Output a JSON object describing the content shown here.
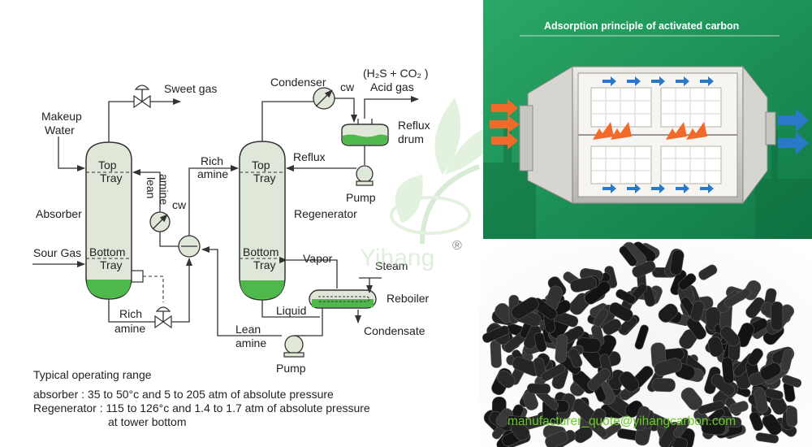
{
  "diagram": {
    "labels": {
      "sweet_gas": "Sweet gas",
      "makeup": "Makeup",
      "water": "Water",
      "absorber_top": "Top",
      "absorber_top2": "Tray",
      "absorber": "Absorber",
      "sour_gas": "Sour Gas",
      "absorber_bottom": "Bottom",
      "absorber_bottom2": "Tray",
      "lean_amine_v1": "lean",
      "lean_amine_v2": "amine",
      "cw1": "cw",
      "rich_amine_bottom1": "Rich",
      "rich_amine_bottom2": "amine",
      "rich_amine_mid1": "Rich",
      "rich_amine_mid2": "amine",
      "condenser": "Condenser",
      "cw2": "cw",
      "acid_gas_formula": "(H₂S + CO₂ )",
      "acid_gas": "Acid gas",
      "reflux_drum1": "Reflux",
      "reflux_drum2": "drum",
      "regen_top": "Top",
      "regen_top2": "Tray",
      "reflux": "Reflux",
      "pump1": "Pump",
      "regenerator": "Regenerator",
      "regen_bottom": "Bottom",
      "regen_bottom2": "Tray",
      "vapor": "Vapor",
      "steam": "Steam",
      "reboiler": "Reboiler",
      "liquid": "Liquid",
      "condensate": "Condensate",
      "lean_amine_b1": "Lean",
      "lean_amine_b2": "amine",
      "pump2": "Pump"
    },
    "notes": {
      "heading": "Typical operating range",
      "absorber": "absorber : 35 to 50°c and 5 to 205 atm of absolute pressure",
      "regenerator": "Regenerator : 115 to 126°c and 1.4 to 1.7 atm of absolute pressure",
      "regenerator_cont": "at tower bottom"
    }
  },
  "watermark": {
    "brand": "Yihang",
    "registered": "®"
  },
  "photo_top": {
    "title": "Adsorption principle of activated carbon"
  },
  "photo_bottom": {
    "email": "manufacturer_quote@yihangcarbon.com"
  },
  "colors": {
    "liquid_green": "#4fb84a",
    "vessel_fill": "#dfe8d8",
    "panel_green": "#1f8f55",
    "email_green": "#66cc22",
    "arrow_orange": "#f26a2a",
    "arrow_blue": "#2a78c8"
  }
}
